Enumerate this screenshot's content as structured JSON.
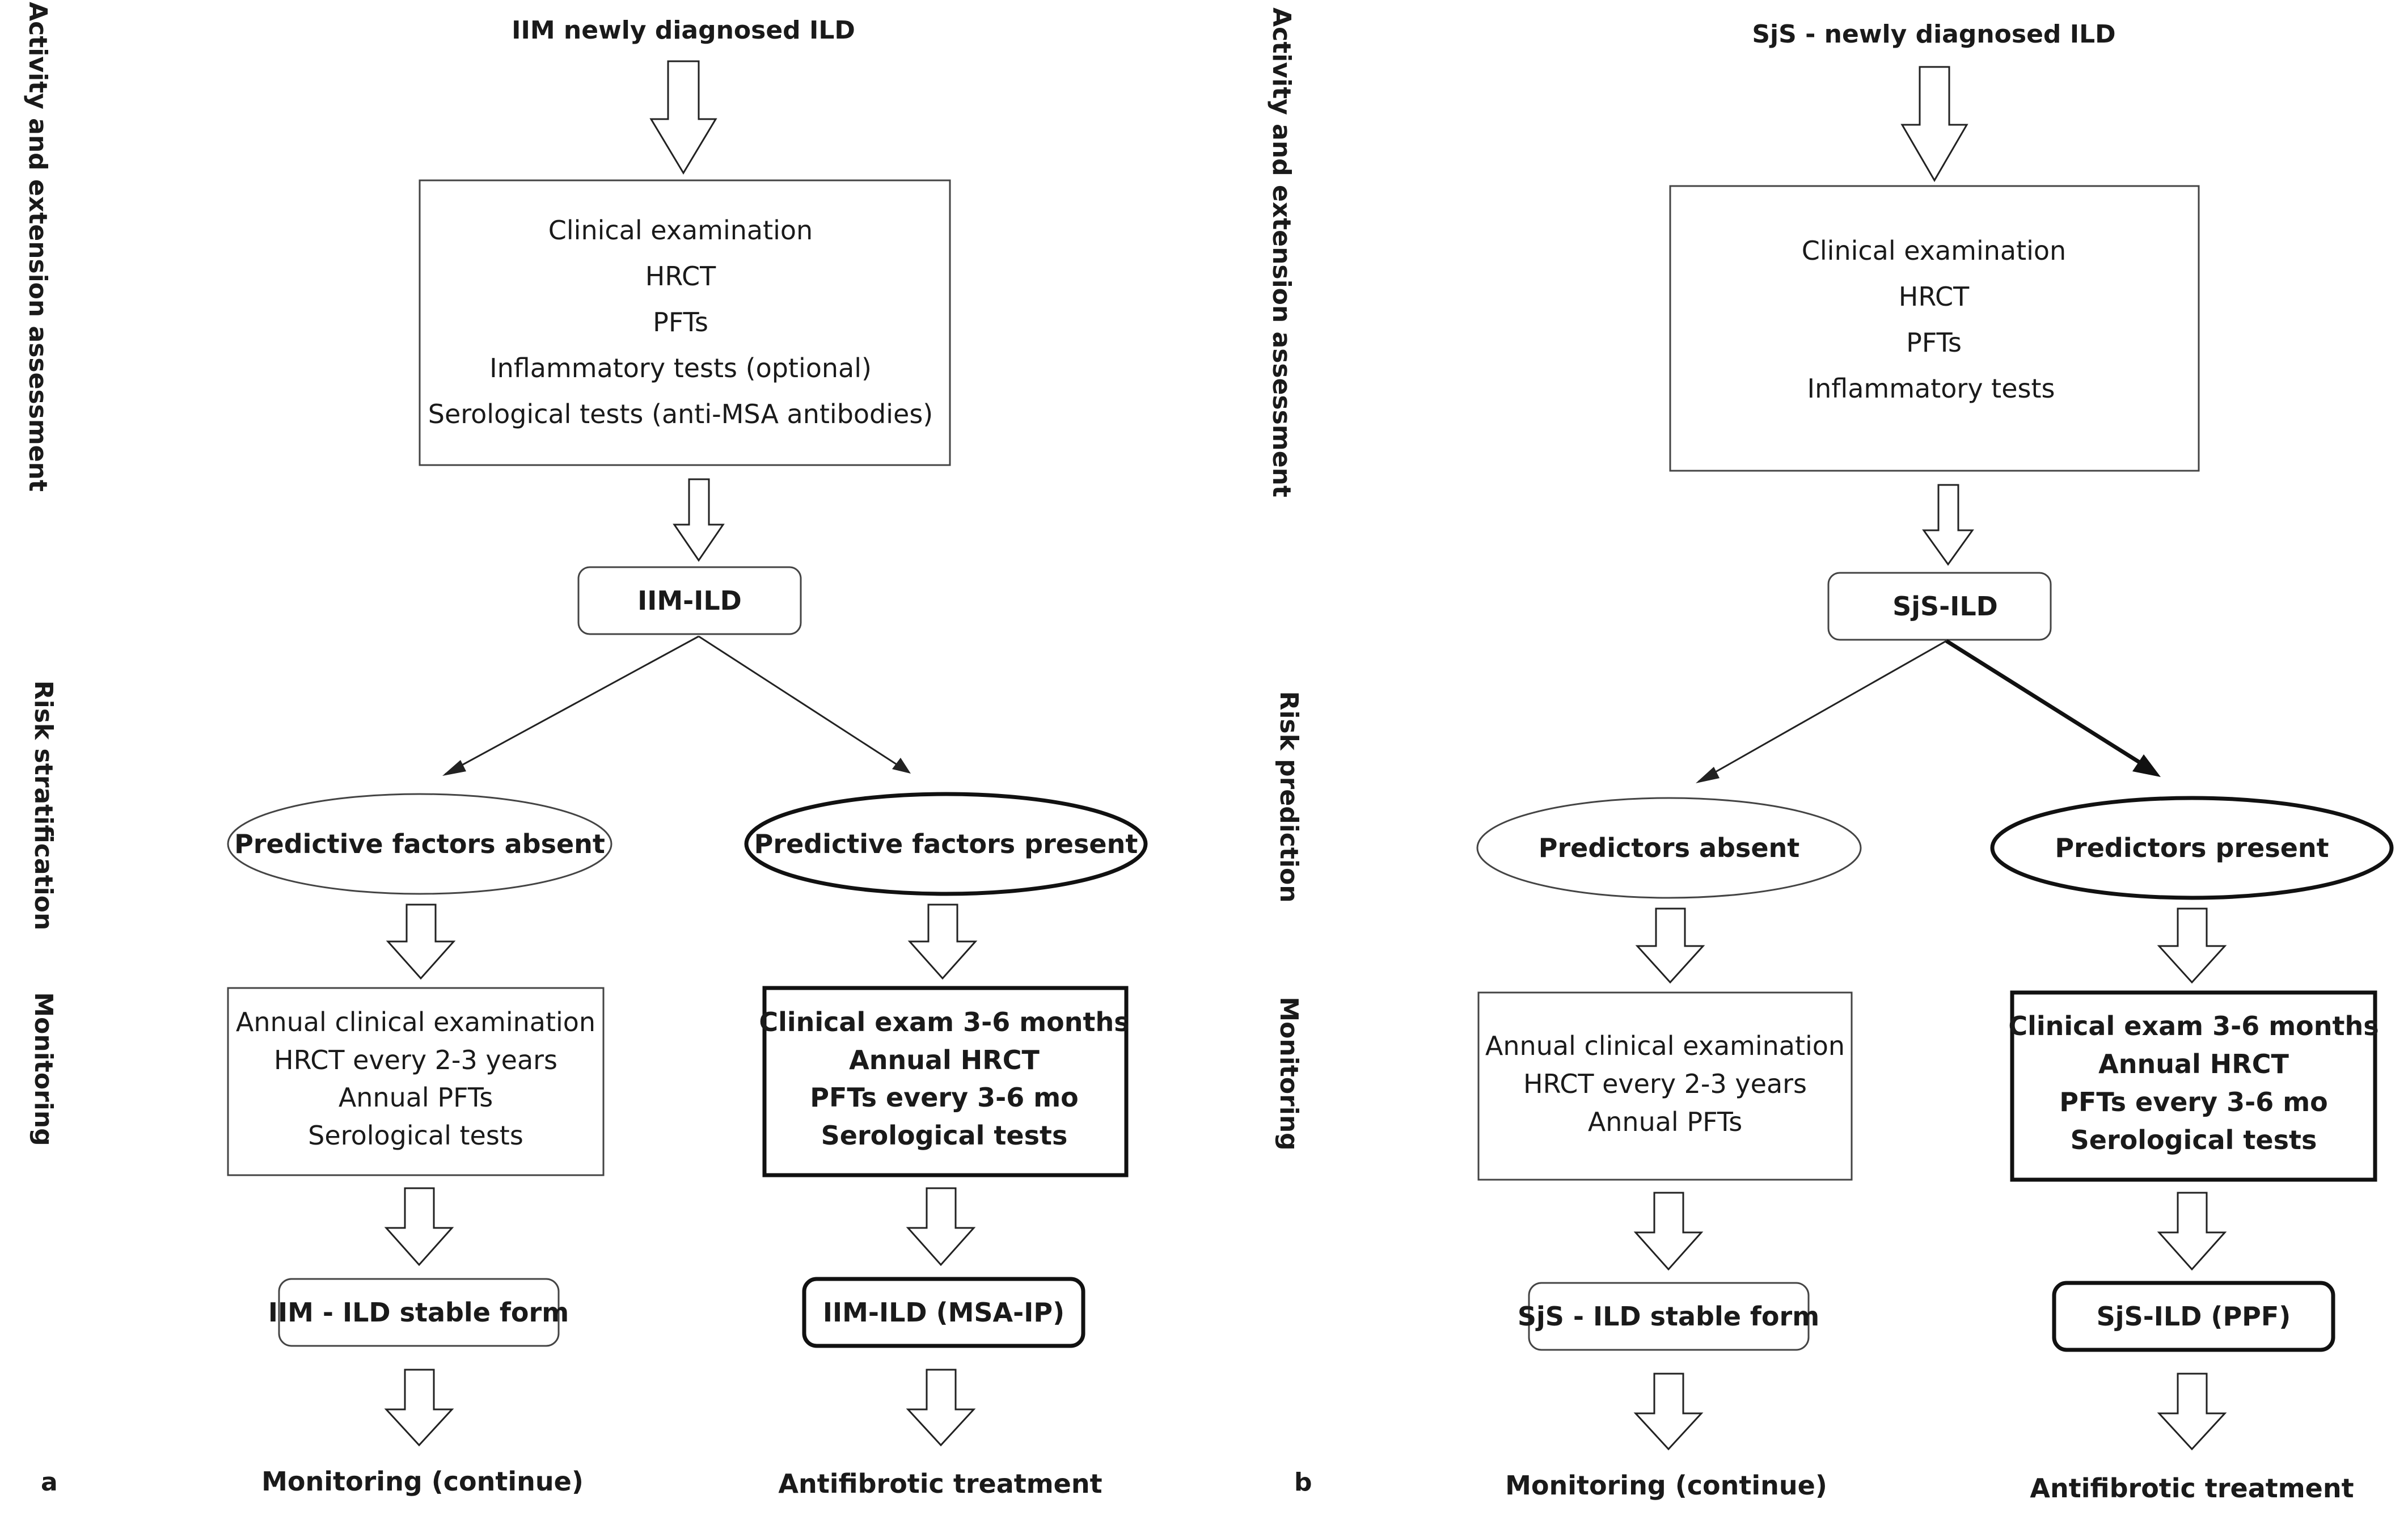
{
  "panel_a": {
    "panel_letter": "a",
    "title": "IIM newly diagnosed ILD",
    "side_labels": {
      "assessment": "Activity and extension assessment",
      "risk": "Risk stratification",
      "monitoring": "Monitoring"
    },
    "assessment_lines": [
      "Clinical examination",
      "HRCT",
      "PFTs",
      "Inflammatory tests (optional)",
      "Serological tests (anti-MSA antibodies)"
    ],
    "diagnosis": "IIM-ILD",
    "absent": "Predictive factors absent",
    "present": "Predictive factors present",
    "monitor_absent": [
      "Annual clinical examination",
      "HRCT every 2-3 years",
      "Annual PFTs",
      "Serological tests"
    ],
    "monitor_present": [
      "Clinical exam  3-6 months",
      "Annual HRCT",
      "PFTs every 3-6 mo",
      "Serological tests"
    ],
    "outcome_absent": "IIM - ILD stable form",
    "outcome_present": "IIM-ILD (MSA-IP)",
    "final_absent": "Monitoring (continue)",
    "final_present": "Antifibrotic treatment"
  },
  "panel_b": {
    "panel_letter": "b",
    "title": "SjS - newly diagnosed ILD",
    "side_labels": {
      "assessment": "Activity and extension assessment",
      "risk": "Risk prediction",
      "monitoring": "Monitoring"
    },
    "assessment_lines": [
      "Clinical examination",
      "HRCT",
      "PFTs",
      "Inflammatory tests"
    ],
    "diagnosis": "SjS-ILD",
    "absent": "Predictors absent",
    "present": "Predictors present",
    "monitor_absent": [
      "Annual clinical examination",
      "HRCT every 2-3 years",
      "Annual PFTs"
    ],
    "monitor_present": [
      "Clinical exam  3-6 months",
      "Annual HRCT",
      "PFTs every 3-6 mo",
      "Serological tests"
    ],
    "outcome_absent": "SjS - ILD stable form",
    "outcome_present": "SjS-ILD (PPF)",
    "final_absent": "Monitoring (continue)",
    "final_present": "Antifibrotic treatment"
  }
}
